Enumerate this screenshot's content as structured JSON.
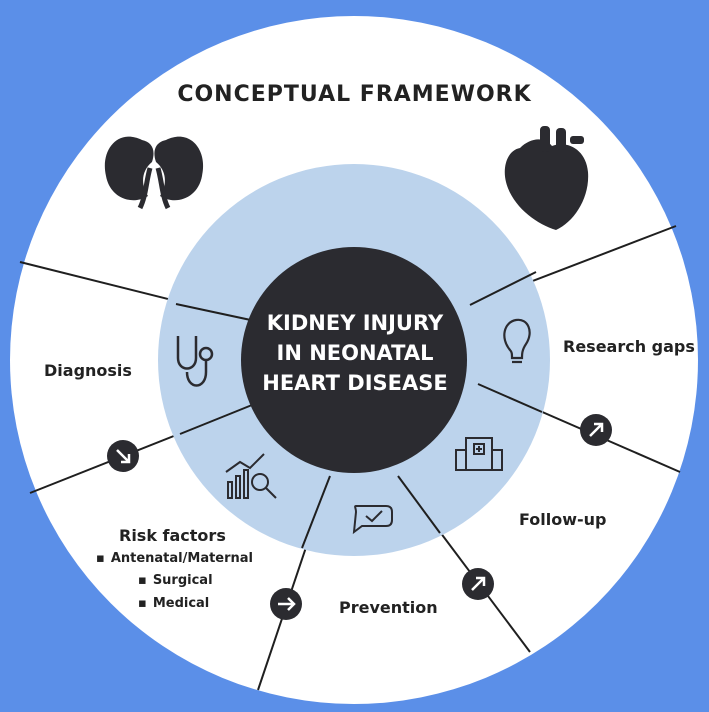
{
  "title": "CONCEPTUAL FRAMEWORK",
  "center": {
    "lines": [
      "KIDNEY INJURY",
      "IN NEONATAL",
      "HEART DISEASE"
    ]
  },
  "segments": {
    "diagnosis": "Diagnosis",
    "research_gaps": "Research gaps",
    "follow_up": "Follow-up",
    "prevention": "Prevention",
    "risk_factors": {
      "label": "Risk factors",
      "items": [
        "Antenatal/Maternal",
        "Surgical",
        "Medical"
      ]
    }
  },
  "colors": {
    "background": "#5b8fe8",
    "outer_ring": "#ffffff",
    "inner_ring": "#bcd3ec",
    "core": "#2b2b30",
    "lines": "#1f1f1f"
  },
  "icons": [
    "kidneys-icon",
    "heart-icon",
    "stethoscope-icon",
    "lightbulb-icon",
    "hospital-icon",
    "chart-magnifier-icon",
    "checkmark-chat-icon",
    "arrow-badge-icon"
  ]
}
